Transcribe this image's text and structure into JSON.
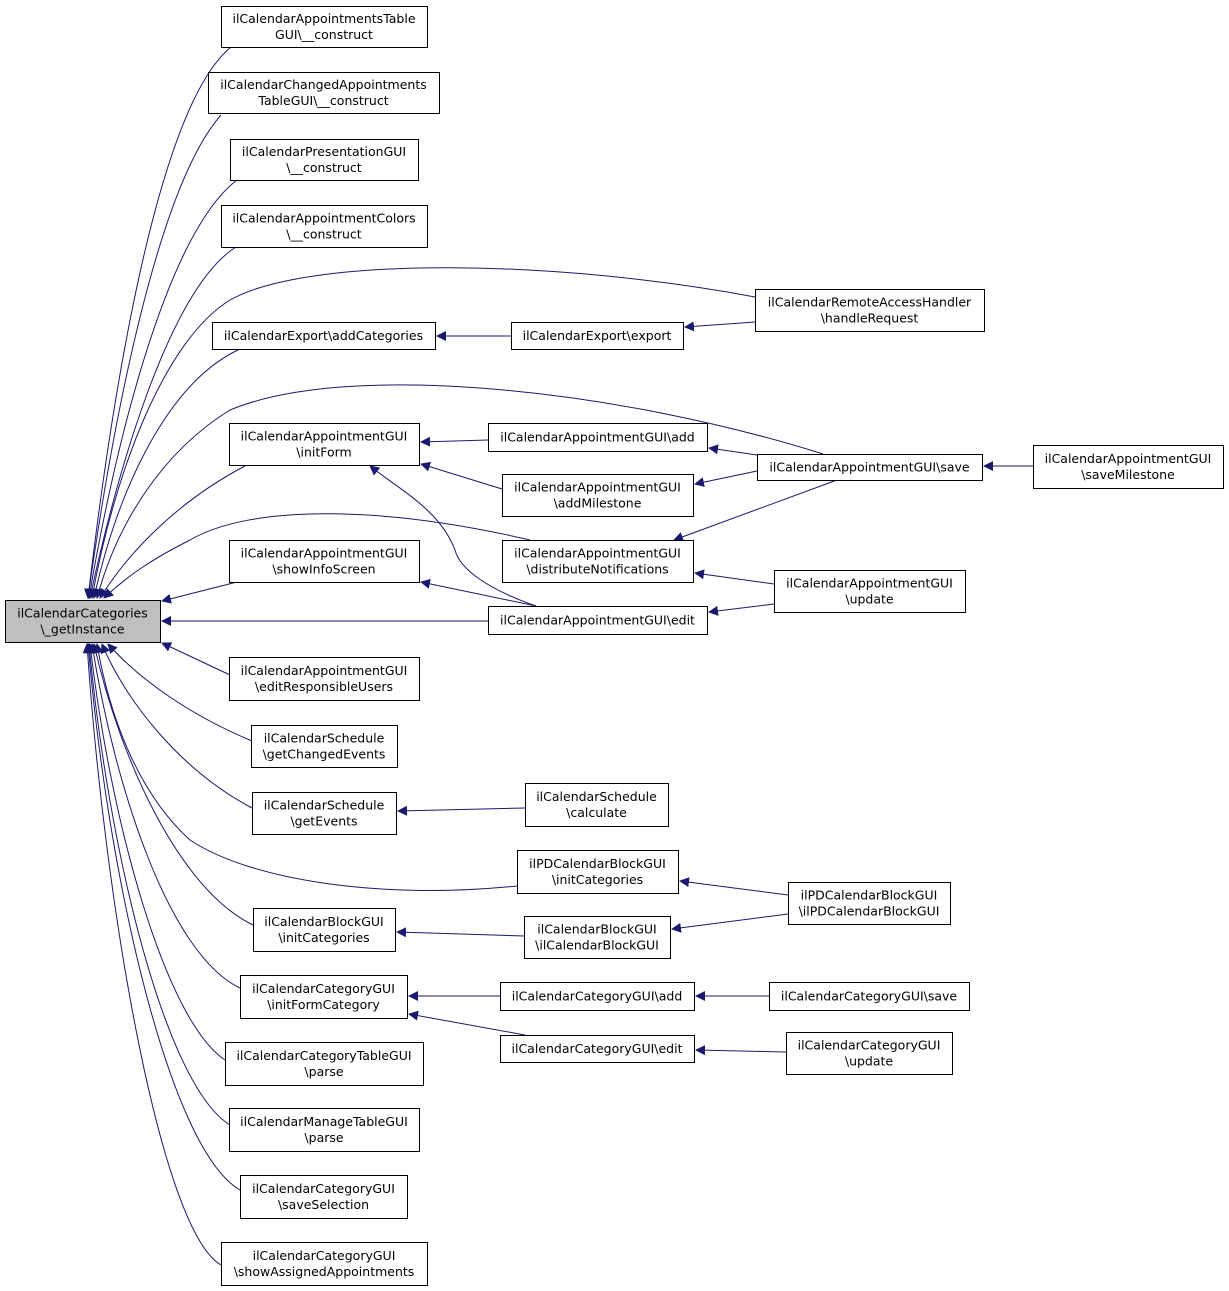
{
  "colors": {
    "edge": "#191970",
    "node_fill": "#ffffff",
    "root_fill": "#bfbfbf",
    "node_border": "#000000"
  },
  "nodes": {
    "root": {
      "lines": [
        "ilCalendarCategories",
        "\\_getInstance"
      ]
    },
    "apptTableCons": {
      "lines": [
        "ilCalendarAppointmentsTable",
        "GUI\\__construct"
      ]
    },
    "changedApptCons": {
      "lines": [
        "ilCalendarChangedAppointments",
        "TableGUI\\__construct"
      ]
    },
    "presentationCons": {
      "lines": [
        "ilCalendarPresentationGUI",
        "\\__construct"
      ]
    },
    "apptColorsCons": {
      "lines": [
        "ilCalendarAppointmentColors",
        "\\__construct"
      ]
    },
    "exportAddCat": {
      "lines": [
        "ilCalendarExport\\addCategories"
      ]
    },
    "exportExport": {
      "lines": [
        "ilCalendarExport\\export"
      ]
    },
    "remoteHandle": {
      "lines": [
        "ilCalendarRemoteAccessHandler",
        "\\handleRequest"
      ]
    },
    "apptInitForm": {
      "lines": [
        "ilCalendarAppointmentGUI",
        "\\initForm"
      ]
    },
    "apptAdd": {
      "lines": [
        "ilCalendarAppointmentGUI\\add"
      ]
    },
    "apptSave": {
      "lines": [
        "ilCalendarAppointmentGUI\\save"
      ]
    },
    "apptSaveMilestone": {
      "lines": [
        "ilCalendarAppointmentGUI",
        "\\saveMilestone"
      ]
    },
    "apptAddMilestone": {
      "lines": [
        "ilCalendarAppointmentGUI",
        "\\addMilestone"
      ]
    },
    "apptDistribute": {
      "lines": [
        "ilCalendarAppointmentGUI",
        "\\distributeNotifications"
      ]
    },
    "apptShowInfo": {
      "lines": [
        "ilCalendarAppointmentGUI",
        "\\showInfoScreen"
      ]
    },
    "apptUpdate": {
      "lines": [
        "ilCalendarAppointmentGUI",
        "\\update"
      ]
    },
    "apptEdit": {
      "lines": [
        "ilCalendarAppointmentGUI\\edit"
      ]
    },
    "apptEditResp": {
      "lines": [
        "ilCalendarAppointmentGUI",
        "\\editResponsibleUsers"
      ]
    },
    "schedChanged": {
      "lines": [
        "ilCalendarSchedule",
        "\\getChangedEvents"
      ]
    },
    "schedEvents": {
      "lines": [
        "ilCalendarSchedule",
        "\\getEvents"
      ]
    },
    "schedCalc": {
      "lines": [
        "ilCalendarSchedule",
        "\\calculate"
      ]
    },
    "pdInitCat": {
      "lines": [
        "ilPDCalendarBlockGUI",
        "\\initCategories"
      ]
    },
    "pdCons": {
      "lines": [
        "ilPDCalendarBlockGUI",
        "\\ilPDCalendarBlockGUI"
      ]
    },
    "blockInitCat": {
      "lines": [
        "ilCalendarBlockGUI",
        "\\initCategories"
      ]
    },
    "blockCons": {
      "lines": [
        "ilCalendarBlockGUI",
        "\\ilCalendarBlockGUI"
      ]
    },
    "catInitForm": {
      "lines": [
        "ilCalendarCategoryGUI",
        "\\initFormCategory"
      ]
    },
    "catAdd": {
      "lines": [
        "ilCalendarCategoryGUI\\add"
      ]
    },
    "catSave": {
      "lines": [
        "ilCalendarCategoryGUI\\save"
      ]
    },
    "catEdit": {
      "lines": [
        "ilCalendarCategoryGUI\\edit"
      ]
    },
    "catUpdate": {
      "lines": [
        "ilCalendarCategoryGUI",
        "\\update"
      ]
    },
    "catTableParse": {
      "lines": [
        "ilCalendarCategoryTableGUI",
        "\\parse"
      ]
    },
    "manageParse": {
      "lines": [
        "ilCalendarManageTableGUI",
        "\\parse"
      ]
    },
    "catSaveSel": {
      "lines": [
        "ilCalendarCategoryGUI",
        "\\saveSelection"
      ]
    },
    "catShowAssigned": {
      "lines": [
        "ilCalendarCategoryGUI",
        "\\showAssignedAppointments"
      ]
    }
  },
  "edges": [
    {
      "from": "apptTableCons",
      "to": "root"
    },
    {
      "from": "changedApptCons",
      "to": "root"
    },
    {
      "from": "presentationCons",
      "to": "root"
    },
    {
      "from": "apptColorsCons",
      "to": "root"
    },
    {
      "from": "remoteHandle",
      "to": "root"
    },
    {
      "from": "exportAddCat",
      "to": "root"
    },
    {
      "from": "exportExport",
      "to": "exportAddCat"
    },
    {
      "from": "remoteHandle",
      "to": "exportExport"
    },
    {
      "from": "apptSave",
      "to": "root"
    },
    {
      "from": "apptInitForm",
      "to": "root"
    },
    {
      "from": "apptAdd",
      "to": "apptInitForm"
    },
    {
      "from": "apptAddMilestone",
      "to": "apptInitForm"
    },
    {
      "from": "apptEdit",
      "to": "apptInitForm"
    },
    {
      "from": "apptSave",
      "to": "apptAdd"
    },
    {
      "from": "apptSave",
      "to": "apptAddMilestone"
    },
    {
      "from": "apptSave",
      "to": "apptDistribute"
    },
    {
      "from": "apptSaveMilestone",
      "to": "apptSave"
    },
    {
      "from": "apptDistribute",
      "to": "root"
    },
    {
      "from": "apptShowInfo",
      "to": "root"
    },
    {
      "from": "apptEdit",
      "to": "apptShowInfo"
    },
    {
      "from": "apptUpdate",
      "to": "apptDistribute"
    },
    {
      "from": "apptEdit",
      "to": "root"
    },
    {
      "from": "apptUpdate",
      "to": "apptEdit"
    },
    {
      "from": "apptEditResp",
      "to": "root"
    },
    {
      "from": "schedChanged",
      "to": "root"
    },
    {
      "from": "schedEvents",
      "to": "root"
    },
    {
      "from": "schedCalc",
      "to": "schedEvents"
    },
    {
      "from": "pdInitCat",
      "to": "root"
    },
    {
      "from": "pdCons",
      "to": "pdInitCat"
    },
    {
      "from": "blockInitCat",
      "to": "root"
    },
    {
      "from": "blockCons",
      "to": "blockInitCat"
    },
    {
      "from": "pdCons",
      "to": "blockCons"
    },
    {
      "from": "catInitForm",
      "to": "root"
    },
    {
      "from": "catAdd",
      "to": "catInitForm"
    },
    {
      "from": "catSave",
      "to": "catAdd"
    },
    {
      "from": "catEdit",
      "to": "catInitForm"
    },
    {
      "from": "catUpdate",
      "to": "catEdit"
    },
    {
      "from": "catTableParse",
      "to": "root"
    },
    {
      "from": "manageParse",
      "to": "root"
    },
    {
      "from": "catSaveSel",
      "to": "root"
    },
    {
      "from": "catShowAssigned",
      "to": "root"
    }
  ]
}
